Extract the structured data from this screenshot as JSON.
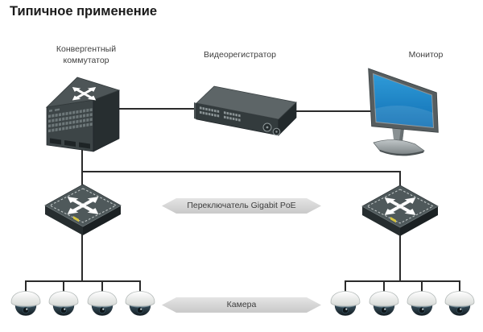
{
  "title": "Типичное применение",
  "labels": {
    "converged_switch": "Конвергентный\nкоммутатор",
    "nvr": "Видеорегистратор",
    "monitor": "Монитор"
  },
  "banners": {
    "poe": "Переключатель Gigabit PoE",
    "camera": "Камера"
  },
  "icons": {
    "switch_top": "four-way-arrows-icon",
    "camera": "dome-camera-icon"
  },
  "cameras": {
    "left_count": 4,
    "right_count": 4
  },
  "colors": {
    "line": "#2b2b2b",
    "device_front": "#3d4547",
    "device_side": "#272e30",
    "device_top": "#4f595b",
    "screen_blue_top": "#2f9bd8",
    "screen_blue_bottom": "#1170b4",
    "banner_bg": "#d9d9d9",
    "banner_text": "#3e3e3e",
    "camera_housing_dark": "#24404e",
    "camera_dome_white": "#f2f3f1",
    "poe_sticker_yellow": "#d6c53f",
    "label_text": "#3f3f3f",
    "title_text": "#1b1b1b"
  }
}
